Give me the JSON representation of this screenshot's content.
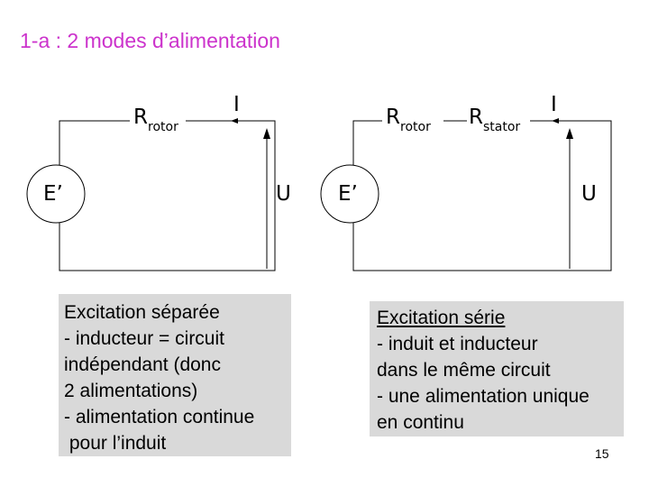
{
  "title": "1-a : 2 modes d’alimentation",
  "left_circuit": {
    "resistor_label": "R",
    "resistor_sub": "rotor",
    "current_label": "I",
    "emf_label": "E’",
    "voltage_label": "U"
  },
  "right_circuit": {
    "resistor1_label": "R",
    "resistor1_sub": "rotor",
    "resistor2_label": "R",
    "resistor2_sub": "stator",
    "current_label": "I",
    "emf_label": "E’",
    "voltage_label": "U"
  },
  "left_box": {
    "heading": "Excitation séparée",
    "lines": [
      "- inducteur = circuit",
      "indépendant (donc",
      "2 alimentations)",
      "- alimentation continue",
      " pour l’induit"
    ]
  },
  "right_box": {
    "heading": "Excitation série",
    "lines": [
      "- induit et inducteur",
      "dans le même circuit",
      "- une alimentation unique",
      "en continu"
    ]
  },
  "page_number": "15",
  "colors": {
    "title": "#cc33cc",
    "box_bg": "#d9d9d9"
  }
}
